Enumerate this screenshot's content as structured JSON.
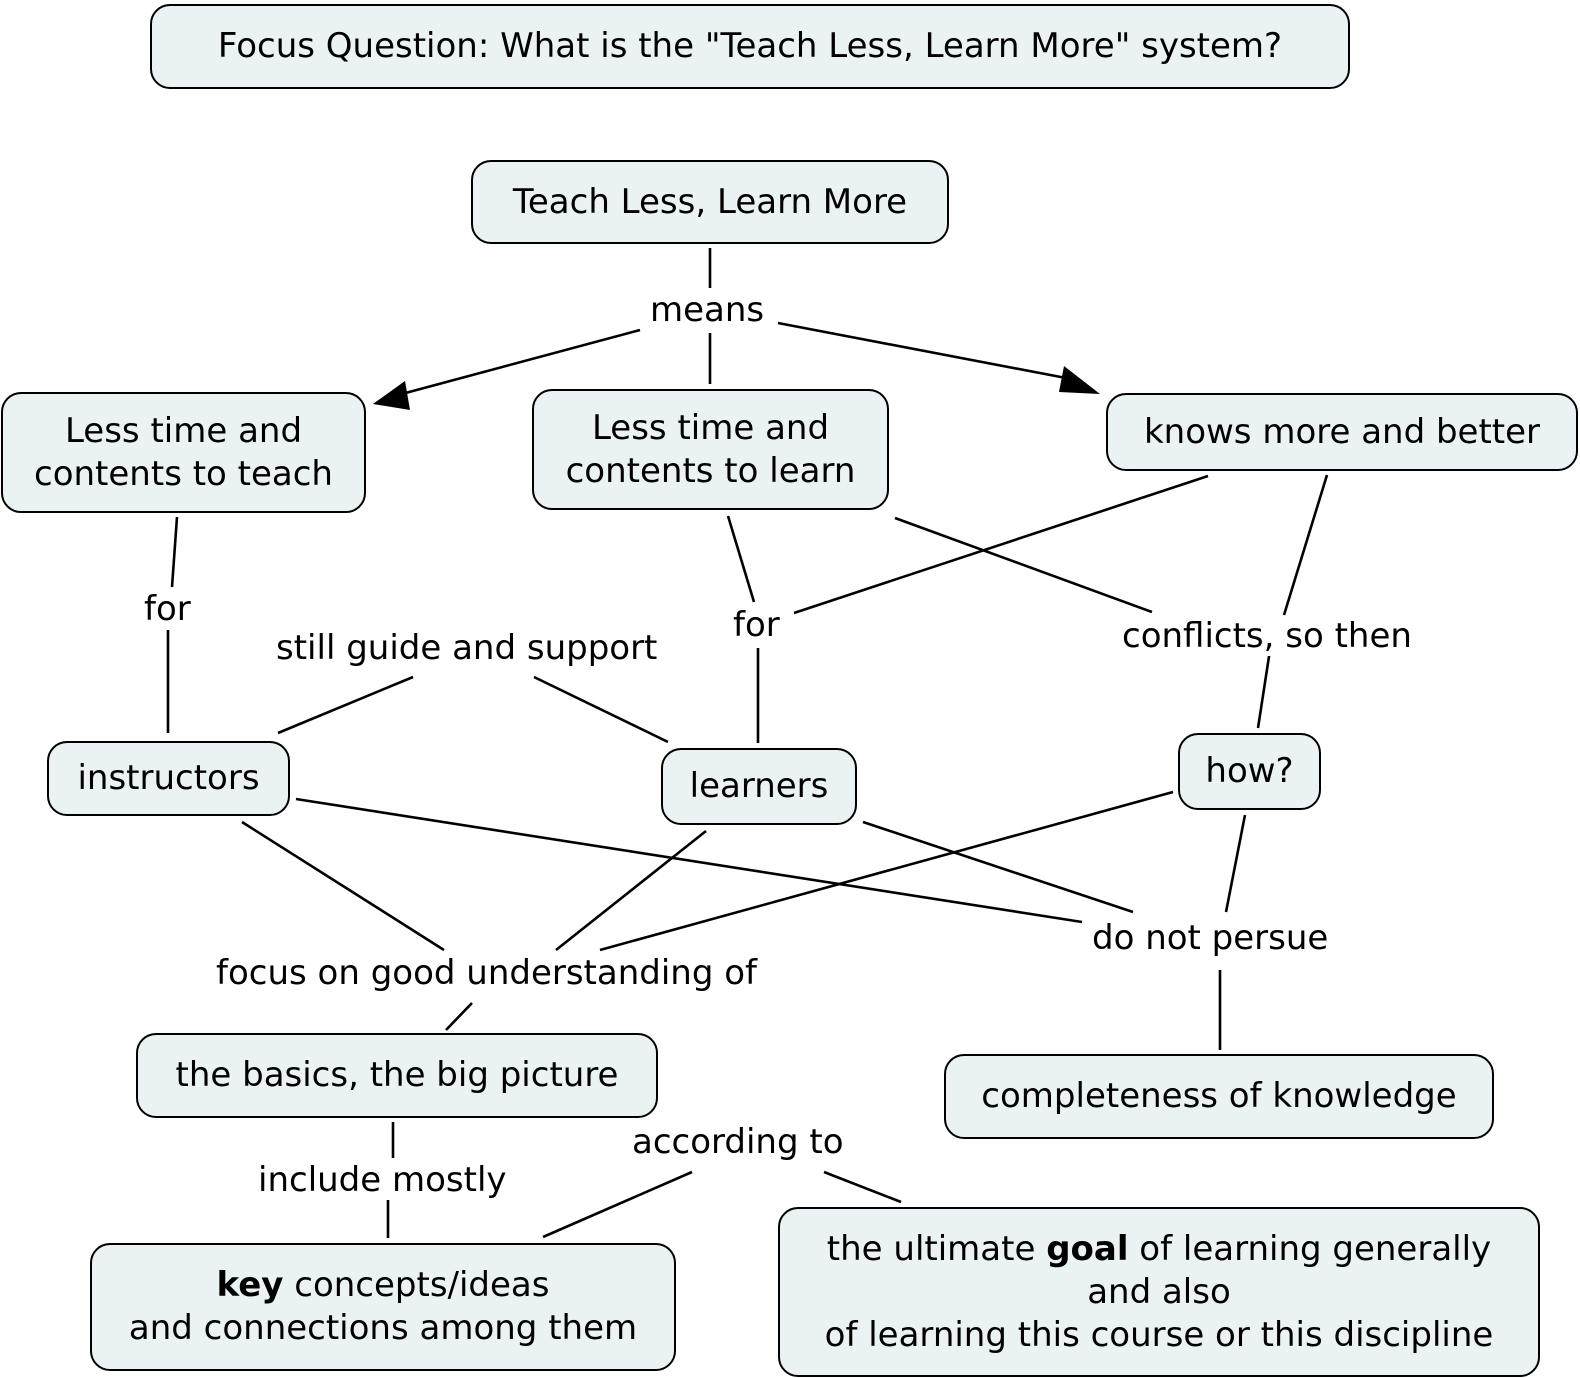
{
  "focus_question": "Focus Question: What is the \"Teach Less, Learn More\" system?",
  "concepts": {
    "tllm": "Teach Less, Learn More",
    "less_teach": [
      "Less time and",
      "contents to teach"
    ],
    "less_learn": [
      "Less time and",
      "contents to learn"
    ],
    "knows_more": "knows more and better",
    "instructors": "instructors",
    "learners": "learners",
    "how": "how?",
    "basics": "the basics, the big picture",
    "completeness": "completeness of knowledge",
    "key_concepts": {
      "bold": "key",
      "rest": " concepts/ideas",
      "line2": "and connections among them"
    },
    "ultimate_goal": {
      "pre": "the ultimate ",
      "bold": "goal",
      "post": " of learning generally",
      "line2": "and also",
      "line3": "of learning this course or this discipline"
    }
  },
  "linking_phrases": {
    "means": "means",
    "for_left": "for",
    "for_mid": "for",
    "still_guide": "still guide and support",
    "conflicts": "conflicts, so then",
    "focus_on": "focus on good understanding of",
    "do_not_persue": "do not persue",
    "include_mostly": "include mostly",
    "according_to": "according to"
  }
}
